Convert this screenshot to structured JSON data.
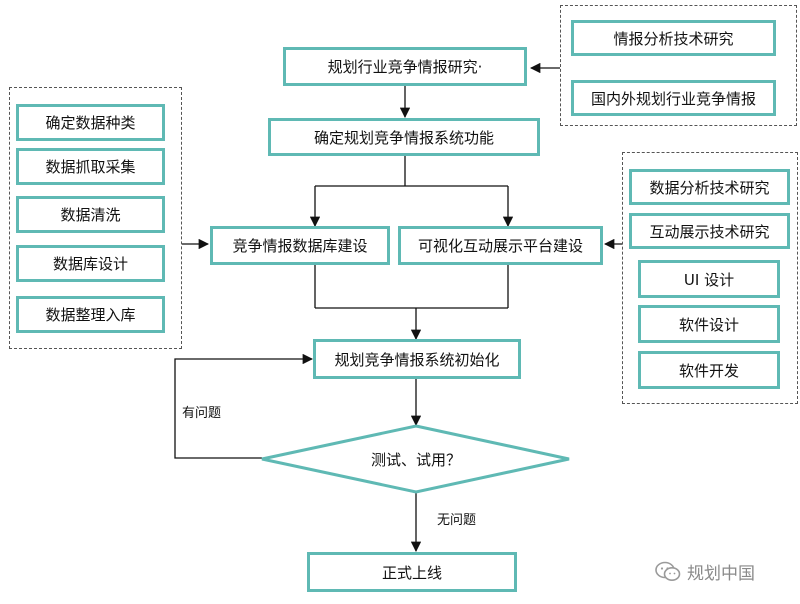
{
  "diagram": {
    "main_flow": {
      "research": "规划行业竞争情报研究·",
      "define_functions": "确定规划竞争情报系统功能",
      "db_build": "竞争情报数据库建设",
      "viz_platform": "可视化互动展示平台建设",
      "init": "规划竞争情报系统初始化",
      "decision": "测试、试用？",
      "go_live": "正式上线"
    },
    "edge_labels": {
      "has_issue": "有问题",
      "no_issue": "无问题"
    },
    "research_inputs": [
      "情报分析技术研究",
      "国内外规划行业竞争情报"
    ],
    "db_steps": [
      "确定数据种类",
      "数据抓取采集",
      "数据清洗",
      "数据库设计",
      "数据整理入库"
    ],
    "platform_steps": [
      "数据分析技术研究",
      "互动展示技术研究",
      "UI 设计",
      "软件设计",
      "软件开发"
    ],
    "watermark": {
      "text": "规划中国",
      "icon": "wechat-icon"
    },
    "colors": {
      "box_border": "#5fb9b4",
      "line": "#111111"
    }
  }
}
